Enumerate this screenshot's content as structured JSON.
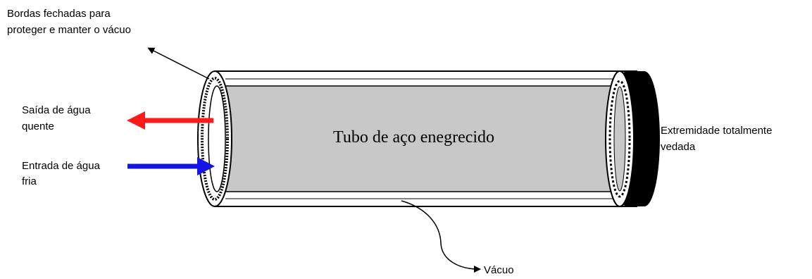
{
  "labels": {
    "edges_line1": "Bordas fechadas para",
    "edges_line2": "proteger e manter o vácuo",
    "hot_line1": "Saída de água",
    "hot_line2": "quente",
    "cold_line1": "Entrada de água",
    "cold_line2": "fria",
    "tube": "Tubo de aço enegrecido",
    "sealed_line1": "Extremidade totalmente",
    "sealed_line2": "vedada",
    "vacuum": "Vácuo"
  },
  "colors": {
    "hot_arrow": "#ff1a1a",
    "cold_arrow": "#1414e6",
    "inner_tube": "#c8c8c8",
    "sealed_end": "#000000"
  }
}
